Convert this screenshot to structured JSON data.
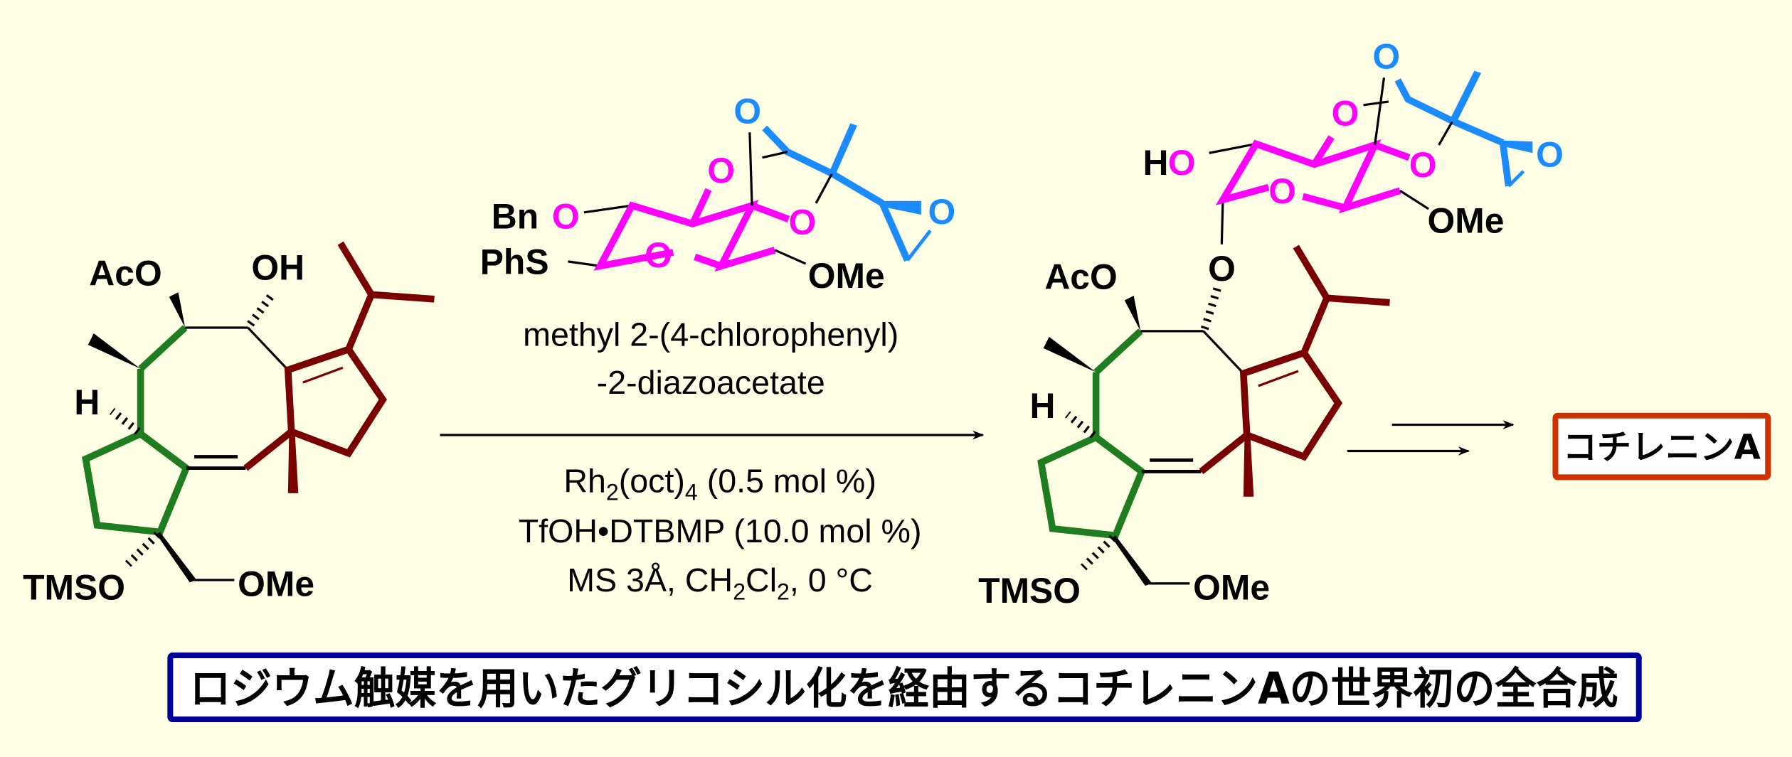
{
  "colors": {
    "background": "#ffffe6",
    "ring_green": "#1e7d1e",
    "ring_darkred": "#7a0000",
    "sugar_pink": "#ff00ff",
    "sugar_blue": "#1a8cff",
    "product_box_border": "#cc3300",
    "title_box_border": "#000099"
  },
  "starting_material": {
    "acetoxy": "AcO",
    "hydroxyl": "OH",
    "hydrogen": "H",
    "silyl_ether": "TMSO",
    "methoxy": "OMe"
  },
  "glycosyl_donor": {
    "benzyl": "Bn",
    "ether_o": "O",
    "thio": "PhS",
    "ring_o": "O",
    "o_top": "O",
    "o_bridge": "O",
    "o_ketal": "O",
    "o_epoxide": "O",
    "methoxy": "OMe"
  },
  "reagents": {
    "line1": "methyl 2-(4-chlorophenyl)",
    "line2": "-2-diazoacetate",
    "catalyst": {
      "a": "Rh",
      "a_sub": "2",
      "b": "(oct)",
      "b_sub": "4",
      "c": " (0.5 mol %)"
    },
    "acid": "TfOH•DTBMP (10.0 mol %)",
    "conditions": {
      "a": "MS 3Å, CH",
      "a_sub": "2",
      "b": "Cl",
      "b_sub": "2",
      "c": ", 0 °C"
    }
  },
  "product": {
    "hydroxyl_h": "H",
    "hydroxyl_o": "O",
    "ring_o": "O",
    "o_top": "O",
    "o_bridge": "O",
    "o_ketal": "O",
    "o_epoxide": "O",
    "methoxy_sugar": "OMe",
    "glycosidic_o": "O",
    "acetoxy": "AcO",
    "hydrogen": "H",
    "silyl_ether": "TMSO",
    "methoxy": "OMe"
  },
  "final_product": "コチレニンA",
  "title": "ロジウム触媒を用いたグリコシル化を経由するコチレニンAの世界初の全合成"
}
